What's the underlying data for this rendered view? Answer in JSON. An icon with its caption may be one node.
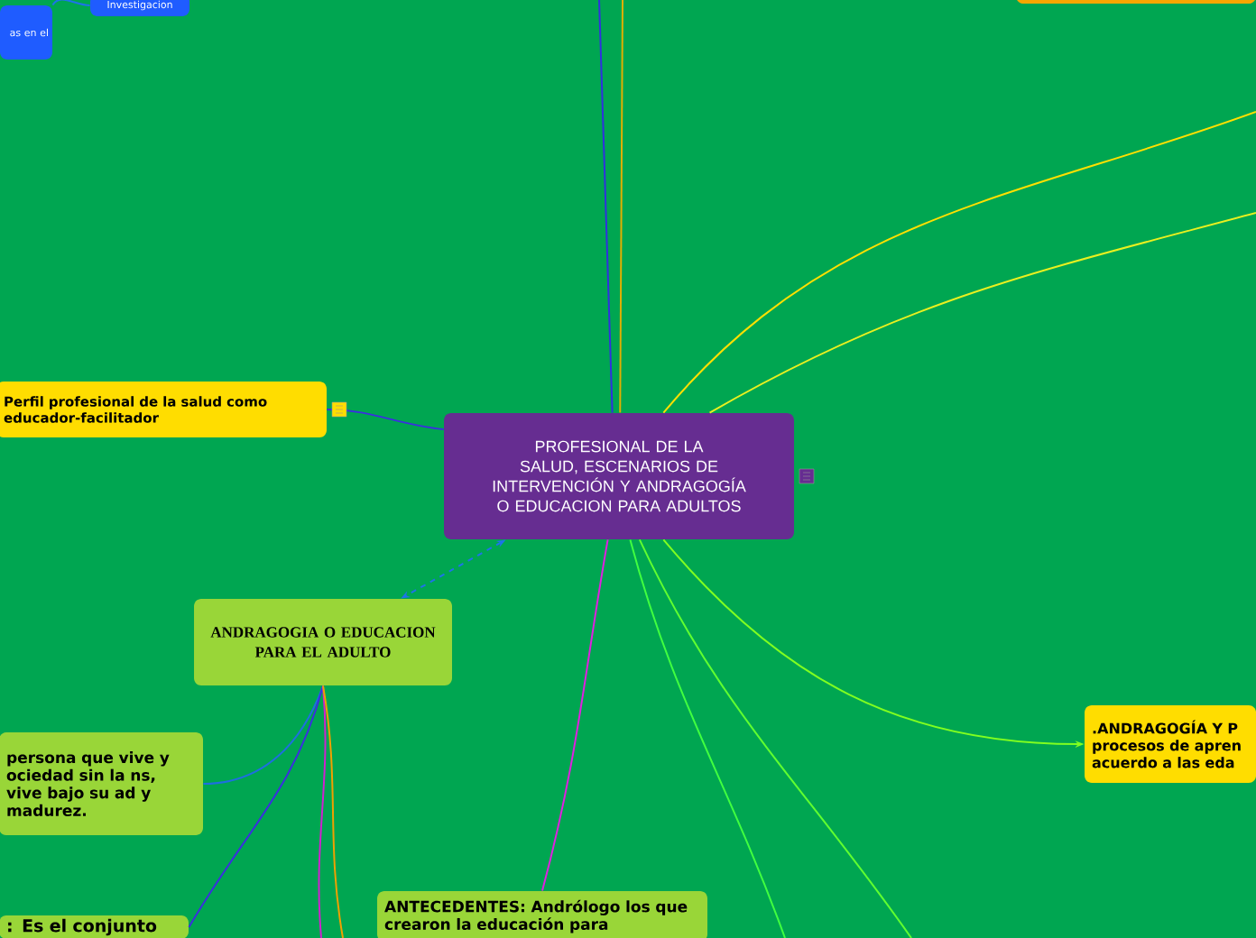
{
  "diagram": {
    "nodes": [
      {
        "text": [
          "PROFESIONAL DE LA SALUD, ESCENARIOS DE INTERVENCIÓN Y ANDRAGOGÍA O EDUCACION PARA ADULTOS"
        ]
      },
      {
        "text": [
          "Perfil profesional de la salud como educador-facilitador"
        ]
      },
      {
        "text": [
          "ANDRAGOGIA O EDUCACION PARA EL ADULTO"
        ]
      },
      {
        "text": [
          "persona que vive y ociedad sin la ns, vive bajo su ad y madurez."
        ]
      },
      {
        "text": [
          ": Es el conjunto"
        ]
      },
      {
        "text": [
          "ANTECEDENTES: Andrólogo los que crearon la educación para"
        ]
      },
      {
        "text": [
          ".ANDRAGOGÍA Y P procesos de apren acuerdo a las eda"
        ]
      },
      {
        "text": [
          "Investigacion"
        ]
      },
      {
        "text": [
          "as en el"
        ]
      },
      {
        "text": [],
        "shape": "box"
      }
    ],
    "edges": [
      {
        "from": 0,
        "to": 1,
        "arrow": "none",
        "color": "#3a2fe0"
      },
      {
        "from": 0,
        "to": 2,
        "arrow": "both",
        "style": "dashed",
        "color": "#1e73e8"
      },
      {
        "from": 2,
        "to": 3,
        "arrow": "none",
        "color": "#1e6fe0"
      },
      {
        "from": 2,
        "to": 4,
        "arrow": "none",
        "color": "#3a2fe0"
      },
      {
        "from": 0,
        "to": 5,
        "arrow": "none",
        "color": "#e020e0"
      },
      {
        "from": 0,
        "to": 6,
        "arrow": "to",
        "color": "#80ff20"
      },
      {
        "from": 8,
        "to": 7,
        "arrow": "none",
        "color": "#1e73e8"
      },
      {
        "from": 0,
        "to": null,
        "arrow": "none",
        "color": "#3030e0"
      },
      {
        "from": 0,
        "to": null,
        "arrow": "none",
        "color": "#e0b000"
      },
      {
        "from": 0,
        "to": null,
        "arrow": "none",
        "color": "#ffe000"
      },
      {
        "from": 0,
        "to": null,
        "arrow": "none",
        "color": "#e8f020"
      },
      {
        "from": 0,
        "to": null,
        "arrow": "none",
        "color": "#40ff40"
      },
      {
        "from": 0,
        "to": null,
        "arrow": "none",
        "color": "#60ff30"
      },
      {
        "from": 2,
        "to": null,
        "arrow": "none",
        "color": "#d020d0"
      },
      {
        "from": 2,
        "to": null,
        "arrow": "none",
        "color": "#f0a000"
      }
    ]
  }
}
